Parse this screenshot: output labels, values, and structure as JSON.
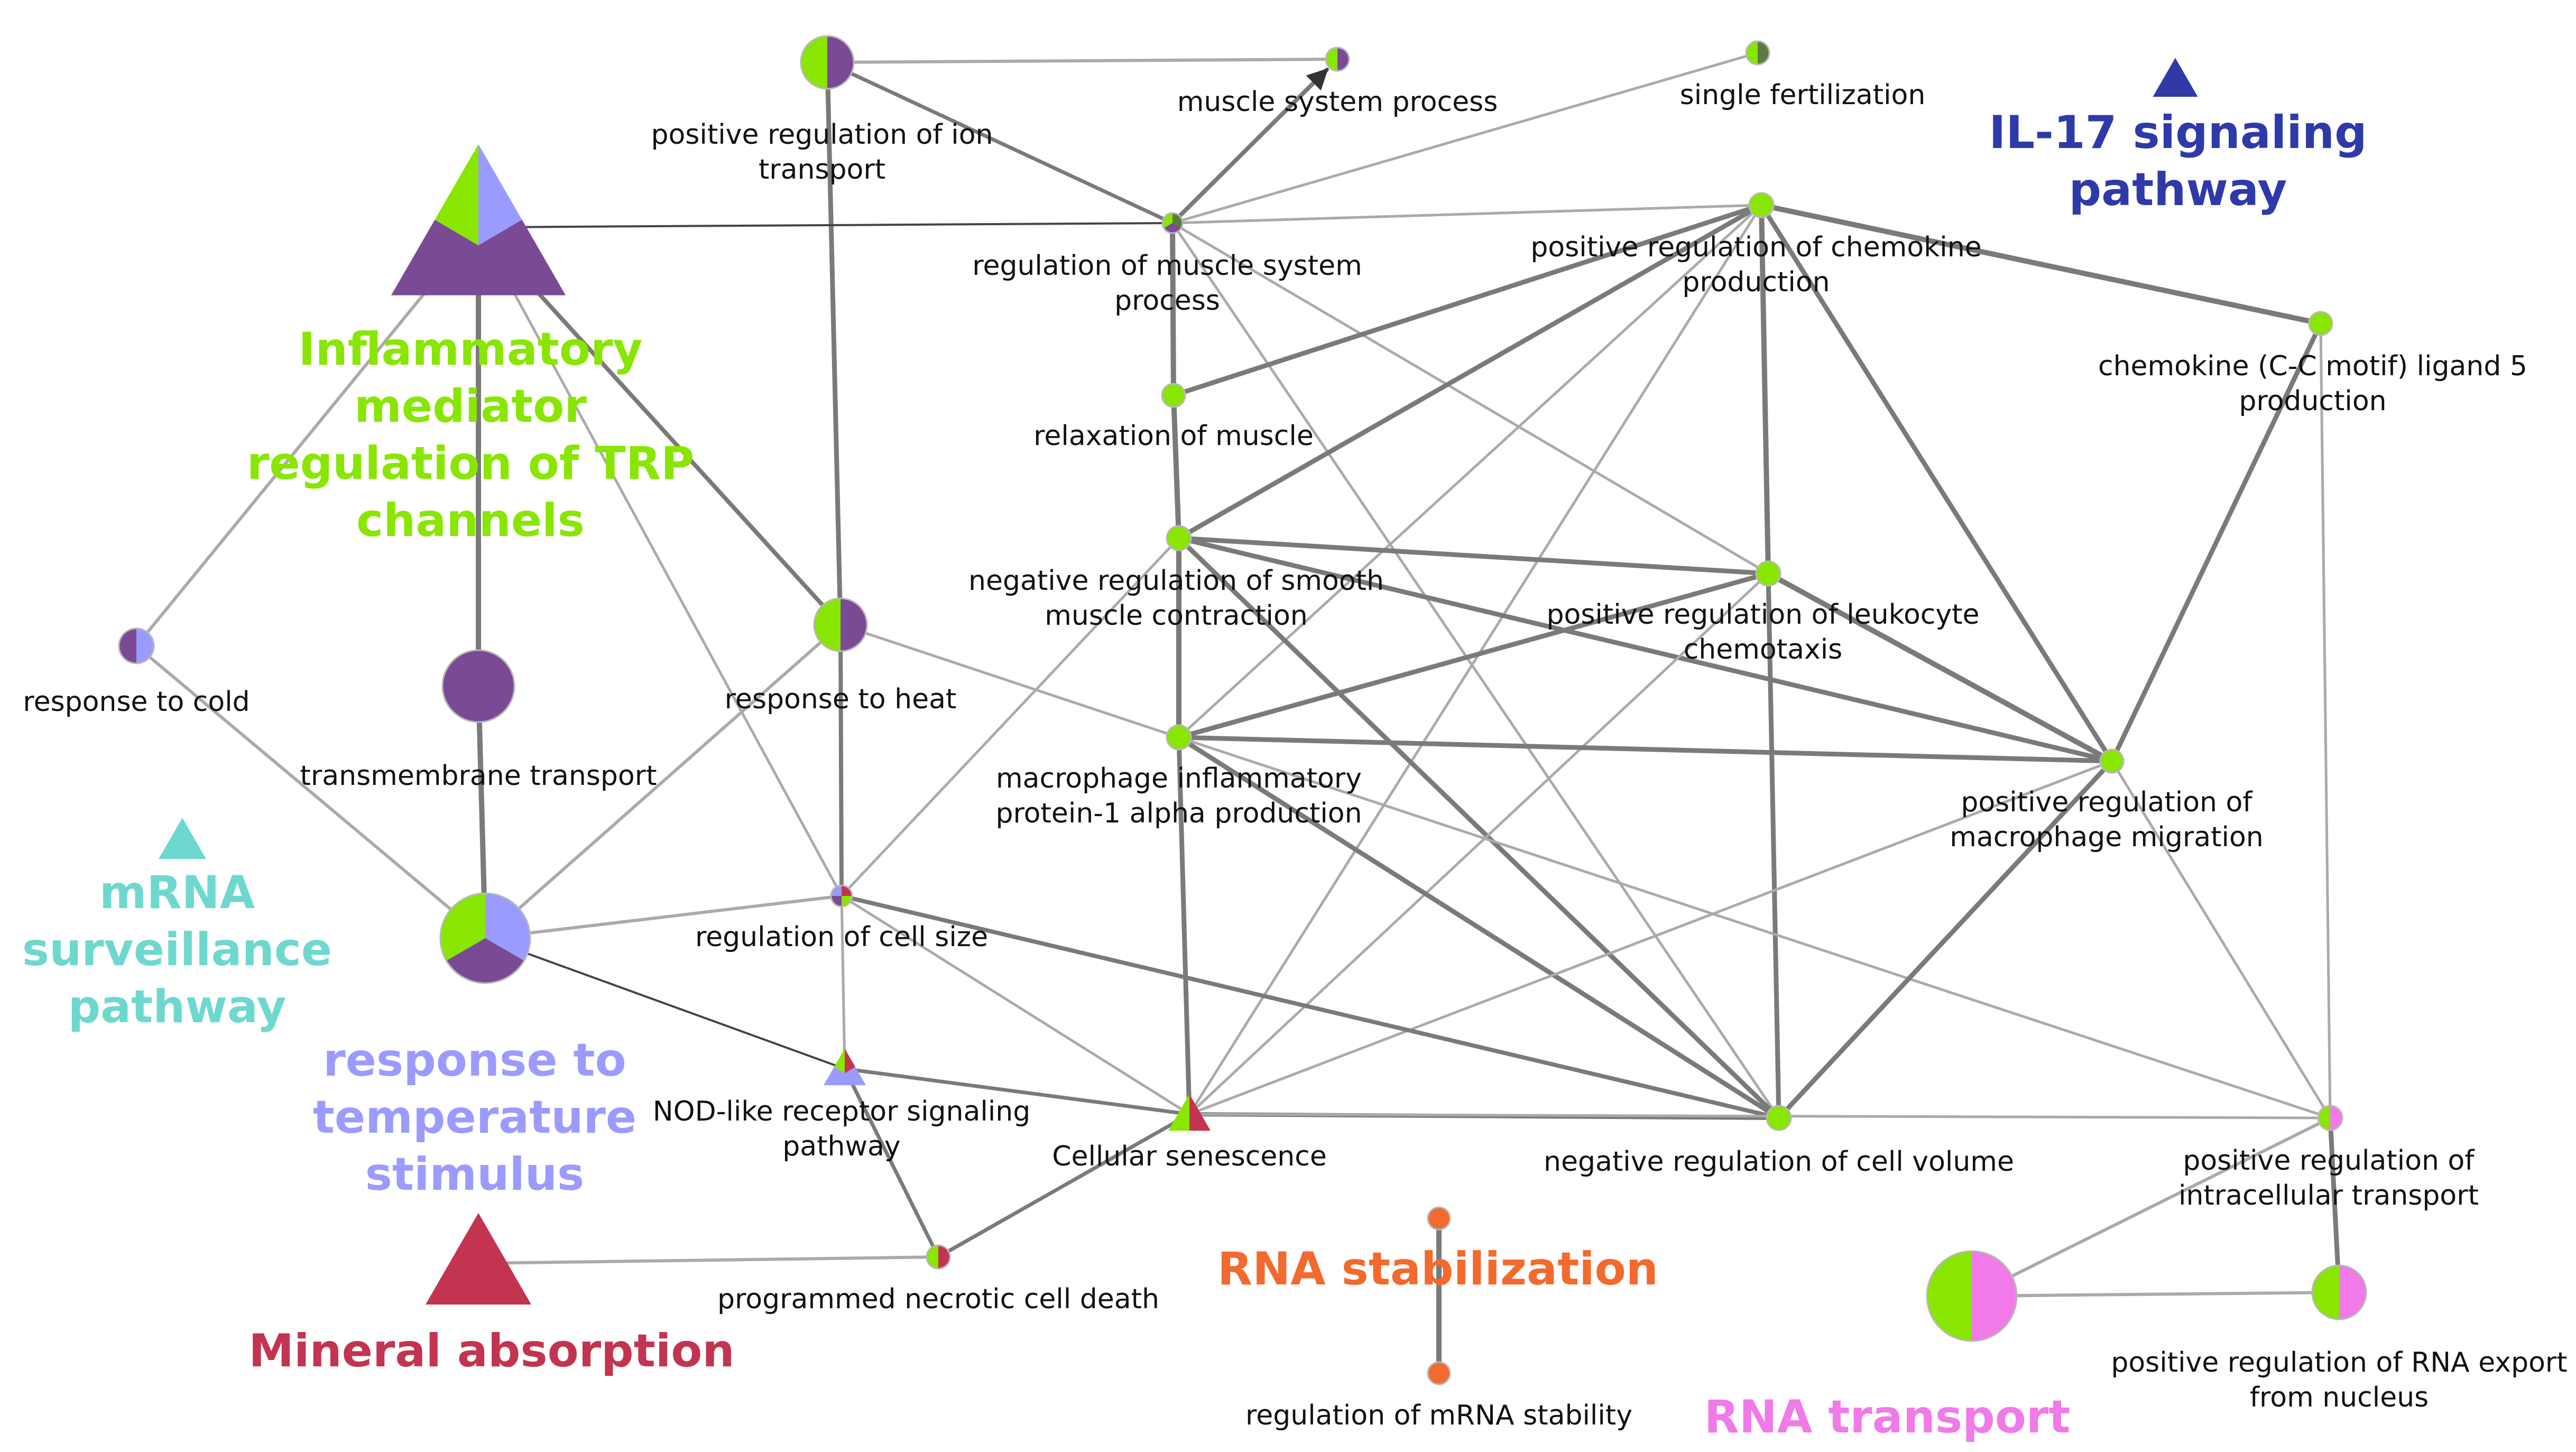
{
  "colors": {
    "green": "#88e600",
    "purple": "#7b4a95",
    "lavender": "#9b9bff",
    "crimson": "#c2344f",
    "teal": "#6ed8cf",
    "orange": "#f26a2d",
    "pink": "#f07ae8",
    "navy": "#2e3aa8",
    "darkgreen": "#5e7a44",
    "edge_dark": "#7a7a7a",
    "edge_light": "#aaaaaa",
    "edge_black": "#444444"
  },
  "nodes": [
    {
      "id": "ion_transport",
      "label_lines": [
        "positive regulation of ion",
        "transport"
      ],
      "shape": "circle",
      "size": 100,
      "colors": [
        "green",
        "purple"
      ]
    },
    {
      "id": "muscle_system_process",
      "label_lines": [
        "muscle system process"
      ],
      "shape": "circle",
      "size": 44,
      "colors": [
        "green",
        "purple"
      ]
    },
    {
      "id": "single_fertilization",
      "label_lines": [
        "single fertilization"
      ],
      "shape": "circle",
      "size": 44,
      "colors": [
        "green",
        "darkgreen"
      ]
    },
    {
      "id": "il17",
      "label_lines": [],
      "shape": "triangle",
      "size": 85,
      "colors": [
        "navy"
      ]
    },
    {
      "id": "reg_muscle_system",
      "label_lines": [
        "regulation of muscle system",
        "process"
      ],
      "shape": "circle",
      "size": 38,
      "colors": [
        "green",
        "darkgreen",
        "purple"
      ]
    },
    {
      "id": "chemokine_production",
      "label_lines": [
        "positive regulation of chemokine",
        "production"
      ],
      "shape": "circle",
      "size": 46,
      "colors": [
        "green"
      ]
    },
    {
      "id": "ccl5",
      "label_lines": [
        "chemokine (C-C motif) ligand 5",
        "production"
      ],
      "shape": "circle",
      "size": 44,
      "colors": [
        "green"
      ]
    },
    {
      "id": "inflammatory_trp",
      "label_lines": [],
      "shape": "triangle",
      "size": 330,
      "colors": [
        "green",
        "lavender",
        "purple"
      ]
    },
    {
      "id": "relaxation_muscle",
      "label_lines": [
        "relaxation of muscle"
      ],
      "shape": "circle",
      "size": 44,
      "colors": [
        "green"
      ]
    },
    {
      "id": "neg_smooth_muscle",
      "label_lines": [
        "negative regulation of smooth",
        "muscle contraction"
      ],
      "shape": "circle",
      "size": 46,
      "colors": [
        "green"
      ]
    },
    {
      "id": "leukocyte_chemotaxis",
      "label_lines": [
        "positive regulation of leukocyte",
        "chemotaxis"
      ],
      "shape": "circle",
      "size": 46,
      "colors": [
        "green"
      ]
    },
    {
      "id": "response_cold",
      "label_lines": [
        "response to cold"
      ],
      "shape": "circle",
      "size": 66,
      "colors": [
        "purple",
        "lavender"
      ]
    },
    {
      "id": "transmembrane_transport",
      "label_lines": [
        "transmembrane transport"
      ],
      "shape": "circle",
      "size": 136,
      "colors": [
        "purple"
      ]
    },
    {
      "id": "response_heat",
      "label_lines": [
        "response to heat"
      ],
      "shape": "circle",
      "size": 100,
      "colors": [
        "green",
        "purple"
      ]
    },
    {
      "id": "mip1a",
      "label_lines": [
        "macrophage inflammatory",
        "protein-1 alpha production"
      ],
      "shape": "circle",
      "size": 46,
      "colors": [
        "green"
      ]
    },
    {
      "id": "macrophage_migration",
      "label_lines": [
        "positive regulation of",
        "macrophage migration"
      ],
      "shape": "circle",
      "size": 44,
      "colors": [
        "green"
      ]
    },
    {
      "id": "mrna_surveillance",
      "label_lines": [],
      "shape": "triangle",
      "size": 90,
      "colors": [
        "teal"
      ]
    },
    {
      "id": "response_temperature",
      "label_lines": [],
      "shape": "circle",
      "size": 170,
      "colors": [
        "green",
        "lavender",
        "purple"
      ]
    },
    {
      "id": "reg_cell_size",
      "label_lines": [
        "regulation of cell size"
      ],
      "shape": "circle",
      "size": 40,
      "colors": [
        "crimson",
        "green",
        "purple",
        "lavender"
      ]
    },
    {
      "id": "nod_like",
      "label_lines": [
        "NOD-like receptor signaling",
        "pathway"
      ],
      "shape": "triangle",
      "size": 80,
      "colors": [
        "green",
        "crimson",
        "lavender"
      ]
    },
    {
      "id": "cellular_senescence",
      "label_lines": [
        "Cellular senescence"
      ],
      "shape": "triangle",
      "size": 80,
      "colors": [
        "green",
        "crimson"
      ]
    },
    {
      "id": "neg_cell_volume",
      "label_lines": [
        "negative regulation of cell volume"
      ],
      "shape": "circle",
      "size": 46,
      "colors": [
        "green"
      ]
    },
    {
      "id": "intracellular_transport",
      "label_lines": [
        "positive regulation of",
        "intracellular transport"
      ],
      "shape": "circle",
      "size": 46,
      "colors": [
        "green",
        "pink"
      ]
    },
    {
      "id": "mineral_absorption",
      "label_lines": [],
      "shape": "triangle",
      "size": 200,
      "colors": [
        "crimson"
      ]
    },
    {
      "id": "programmed_necrotic",
      "label_lines": [
        "programmed necrotic cell death"
      ],
      "shape": "circle",
      "size": 44,
      "colors": [
        "green",
        "crimson"
      ]
    },
    {
      "id": "rna_stabilization_node",
      "label_lines": [],
      "shape": "circle",
      "size": 42,
      "colors": [
        "orange"
      ]
    },
    {
      "id": "mrna_stability",
      "label_lines": [
        "regulation of mRNA stability"
      ],
      "shape": "circle",
      "size": 42,
      "colors": [
        "orange"
      ]
    },
    {
      "id": "rna_transport",
      "label_lines": [],
      "shape": "circle",
      "size": 170,
      "colors": [
        "green",
        "pink"
      ]
    },
    {
      "id": "rna_export",
      "label_lines": [
        "positive regulation of RNA export",
        "from nucleus"
      ],
      "shape": "circle",
      "size": 102,
      "colors": [
        "green",
        "pink"
      ]
    }
  ],
  "edges": [
    {
      "from": "ion_transport",
      "to": "muscle_system_process",
      "tone": "edge_light",
      "w": 6
    },
    {
      "from": "ion_transport",
      "to": "reg_muscle_system",
      "tone": "edge_dark",
      "w": 7
    },
    {
      "from": "ion_transport",
      "to": "response_heat",
      "tone": "edge_dark",
      "w": 9
    },
    {
      "from": "reg_muscle_system",
      "to": "muscle_system_process",
      "tone": "edge_dark",
      "w": 8,
      "arrow": true
    },
    {
      "from": "reg_muscle_system",
      "to": "single_fertilization",
      "tone": "edge_light",
      "w": 5
    },
    {
      "from": "reg_muscle_system",
      "to": "chemokine_production",
      "tone": "edge_light",
      "w": 5
    },
    {
      "from": "reg_muscle_system",
      "to": "inflammatory_trp",
      "tone": "edge_black",
      "w": 4
    },
    {
      "from": "reg_muscle_system",
      "to": "relaxation_muscle",
      "tone": "edge_dark",
      "w": 10
    },
    {
      "from": "reg_muscle_system",
      "to": "leukocyte_chemotaxis",
      "tone": "edge_light",
      "w": 5
    },
    {
      "from": "reg_muscle_system",
      "to": "neg_cell_volume",
      "tone": "edge_light",
      "w": 5
    },
    {
      "from": "chemokine_production",
      "to": "ccl5",
      "tone": "edge_dark",
      "w": 10
    },
    {
      "from": "chemokine_production",
      "to": "relaxation_muscle",
      "tone": "edge_dark",
      "w": 9
    },
    {
      "from": "chemokine_production",
      "to": "neg_smooth_muscle",
      "tone": "edge_dark",
      "w": 9
    },
    {
      "from": "chemokine_production",
      "to": "leukocyte_chemotaxis",
      "tone": "edge_dark",
      "w": 10
    },
    {
      "from": "chemokine_production",
      "to": "macrophage_migration",
      "tone": "edge_dark",
      "w": 9
    },
    {
      "from": "chemokine_production",
      "to": "mip1a",
      "tone": "edge_light",
      "w": 5
    },
    {
      "from": "chemokine_production",
      "to": "cellular_senescence",
      "tone": "edge_light",
      "w": 5
    },
    {
      "from": "ccl5",
      "to": "macrophage_migration",
      "tone": "edge_dark",
      "w": 9
    },
    {
      "from": "ccl5",
      "to": "intracellular_transport",
      "tone": "edge_light",
      "w": 5
    },
    {
      "from": "relaxation_muscle",
      "to": "neg_smooth_muscle",
      "tone": "edge_dark",
      "w": 10
    },
    {
      "from": "neg_smooth_muscle",
      "to": "leukocyte_chemotaxis",
      "tone": "edge_dark",
      "w": 9
    },
    {
      "from": "neg_smooth_muscle",
      "to": "mip1a",
      "tone": "edge_dark",
      "w": 10
    },
    {
      "from": "neg_smooth_muscle",
      "to": "macrophage_migration",
      "tone": "edge_dark",
      "w": 9
    },
    {
      "from": "neg_smooth_muscle",
      "to": "neg_cell_volume",
      "tone": "edge_dark",
      "w": 9
    },
    {
      "from": "neg_smooth_muscle",
      "to": "reg_cell_size",
      "tone": "edge_light",
      "w": 5
    },
    {
      "from": "leukocyte_chemotaxis",
      "to": "mip1a",
      "tone": "edge_dark",
      "w": 9
    },
    {
      "from": "leukocyte_chemotaxis",
      "to": "macrophage_migration",
      "tone": "edge_dark",
      "w": 10
    },
    {
      "from": "leukocyte_chemotaxis",
      "to": "neg_cell_volume",
      "tone": "edge_dark",
      "w": 9
    },
    {
      "from": "leukocyte_chemotaxis",
      "to": "cellular_senescence",
      "tone": "edge_light",
      "w": 5
    },
    {
      "from": "mip1a",
      "to": "macrophage_migration",
      "tone": "edge_dark",
      "w": 9
    },
    {
      "from": "mip1a",
      "to": "neg_cell_volume",
      "tone": "edge_dark",
      "w": 9
    },
    {
      "from": "mip1a",
      "to": "cellular_senescence",
      "tone": "edge_dark",
      "w": 9
    },
    {
      "from": "mip1a",
      "to": "response_heat",
      "tone": "edge_light",
      "w": 5
    },
    {
      "from": "mip1a",
      "to": "intracellular_transport",
      "tone": "edge_light",
      "w": 5
    },
    {
      "from": "macrophage_migration",
      "to": "neg_cell_volume",
      "tone": "edge_dark",
      "w": 9
    },
    {
      "from": "macrophage_migration",
      "to": "intracellular_transport",
      "tone": "edge_light",
      "w": 5
    },
    {
      "from": "macrophage_migration",
      "to": "cellular_senescence",
      "tone": "edge_light",
      "w": 5
    },
    {
      "from": "inflammatory_trp",
      "to": "transmembrane_transport",
      "tone": "edge_dark",
      "w": 10
    },
    {
      "from": "inflammatory_trp",
      "to": "response_cold",
      "tone": "edge_light",
      "w": 6
    },
    {
      "from": "inflammatory_trp",
      "to": "response_heat",
      "tone": "edge_dark",
      "w": 8
    },
    {
      "from": "inflammatory_trp",
      "to": "reg_cell_size",
      "tone": "edge_light",
      "w": 5
    },
    {
      "from": "transmembrane_transport",
      "to": "response_temperature",
      "tone": "edge_dark",
      "w": 10
    },
    {
      "from": "response_cold",
      "to": "response_temperature",
      "tone": "edge_light",
      "w": 6
    },
    {
      "from": "response_heat",
      "to": "response_temperature",
      "tone": "edge_light",
      "w": 6
    },
    {
      "from": "response_heat",
      "to": "reg_cell_size",
      "tone": "edge_dark",
      "w": 8
    },
    {
      "from": "response_temperature",
      "to": "reg_cell_size",
      "tone": "edge_light",
      "w": 6
    },
    {
      "from": "response_temperature",
      "to": "nod_like",
      "tone": "edge_black",
      "w": 4
    },
    {
      "from": "reg_cell_size",
      "to": "nod_like",
      "tone": "edge_light",
      "w": 5
    },
    {
      "from": "reg_cell_size",
      "to": "cellular_senescence",
      "tone": "edge_light",
      "w": 5
    },
    {
      "from": "reg_cell_size",
      "to": "neg_cell_volume",
      "tone": "edge_dark",
      "w": 8
    },
    {
      "from": "nod_like",
      "to": "cellular_senescence",
      "tone": "edge_dark",
      "w": 7
    },
    {
      "from": "nod_like",
      "to": "programmed_necrotic",
      "tone": "edge_dark",
      "w": 7
    },
    {
      "from": "cellular_senescence",
      "to": "programmed_necrotic",
      "tone": "edge_dark",
      "w": 7
    },
    {
      "from": "cellular_senescence",
      "to": "neg_cell_volume",
      "tone": "edge_dark",
      "w": 8
    },
    {
      "from": "cellular_senescence",
      "to": "intracellular_transport",
      "tone": "edge_light",
      "w": 5
    },
    {
      "from": "mineral_absorption",
      "to": "programmed_necrotic",
      "tone": "edge_light",
      "w": 6
    },
    {
      "from": "rna_stabilization_node",
      "to": "mrna_stability",
      "tone": "edge_dark",
      "w": 10
    },
    {
      "from": "rna_transport",
      "to": "rna_export",
      "tone": "edge_light",
      "w": 6
    },
    {
      "from": "rna_transport",
      "to": "intracellular_transport",
      "tone": "edge_light",
      "w": 6
    },
    {
      "from": "intracellular_transport",
      "to": "rna_export",
      "tone": "edge_dark",
      "w": 9
    }
  ],
  "group_labels": [
    {
      "id": "il17_label",
      "lines": [
        "IL-17 signaling",
        "pathway"
      ],
      "color": "navy"
    },
    {
      "id": "inflammatory_label",
      "lines": [
        "Inflammatory",
        "mediator",
        "regulation of TRP",
        "channels"
      ],
      "color": "green"
    },
    {
      "id": "mrna_surveillance_label",
      "lines": [
        "mRNA",
        "surveillance",
        "pathway"
      ],
      "color": "teal"
    },
    {
      "id": "temperature_label",
      "lines": [
        "response to",
        "temperature",
        "stimulus"
      ],
      "color": "lavender"
    },
    {
      "id": "mineral_label",
      "lines": [
        "Mineral absorption"
      ],
      "color": "crimson"
    },
    {
      "id": "rna_stabilization_label",
      "lines": [
        "RNA stabilization"
      ],
      "color": "orange"
    },
    {
      "id": "rna_transport_label",
      "lines": [
        "RNA transport"
      ],
      "color": "pink"
    }
  ]
}
